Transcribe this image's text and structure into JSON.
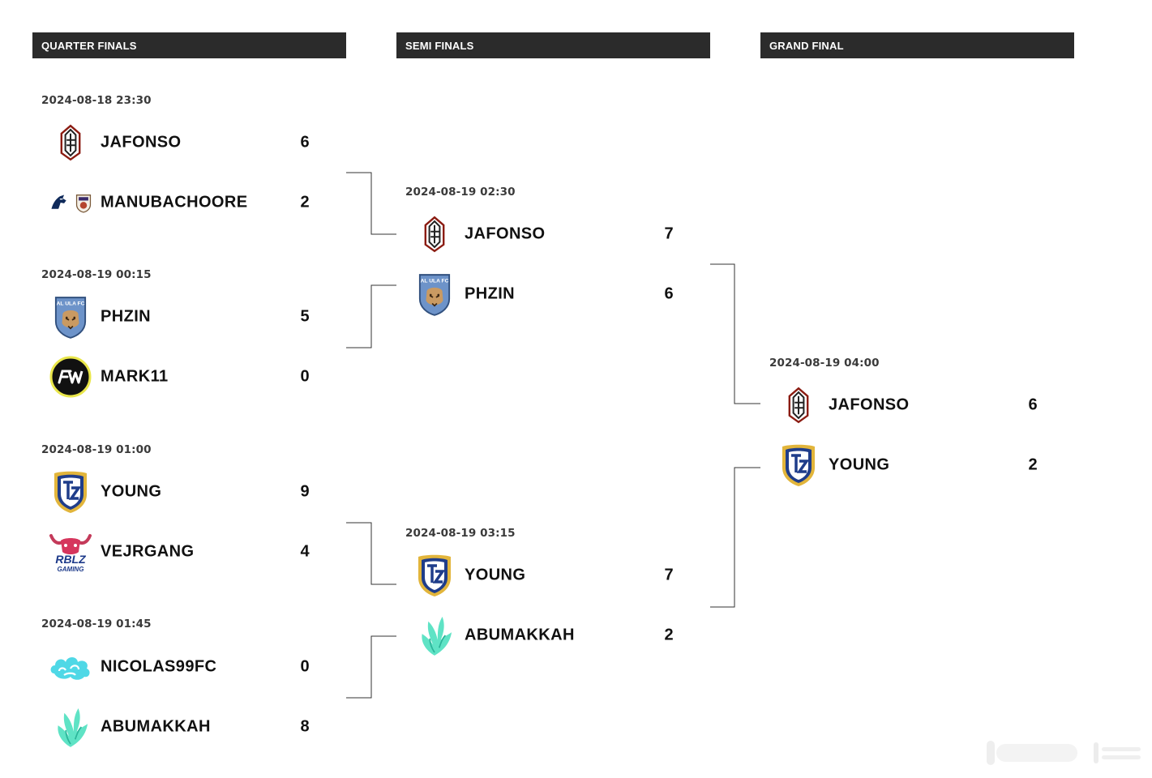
{
  "rounds": {
    "quarter": "QUARTER FINALS",
    "semi": "SEMI FINALS",
    "final": "GRAND FINAL"
  },
  "quarter_finals": [
    {
      "time": "2024-08-18 23:30",
      "teams": [
        {
          "name": "JAFONSO",
          "score": "6",
          "logo": "shield-e-logo"
        },
        {
          "name": "MANUBACHOORE",
          "score": "2",
          "logo": "horse-and-club-logos"
        }
      ]
    },
    {
      "time": "2024-08-19 00:15",
      "teams": [
        {
          "name": "PHZIN",
          "score": "5",
          "logo": "cheetah-crest-logo"
        },
        {
          "name": "MARK11",
          "score": "0",
          "logo": "fw-circle-logo"
        }
      ]
    },
    {
      "time": "2024-08-19 01:00",
      "teams": [
        {
          "name": "YOUNG",
          "score": "9",
          "logo": "tz-shield-logo"
        },
        {
          "name": "VEJRGANG",
          "score": "4",
          "logo": "bull-rblz-logo"
        }
      ]
    },
    {
      "time": "2024-08-19 01:45",
      "teams": [
        {
          "name": "NICOLAS99FC",
          "score": "0",
          "logo": "cloud-logo"
        },
        {
          "name": "ABUMAKKAH",
          "score": "8",
          "logo": "falcon-logo"
        }
      ]
    }
  ],
  "semi_finals": [
    {
      "time": "2024-08-19 02:30",
      "teams": [
        {
          "name": "JAFONSO",
          "score": "7",
          "logo": "shield-e-logo"
        },
        {
          "name": "PHZIN",
          "score": "6",
          "logo": "cheetah-crest-logo"
        }
      ]
    },
    {
      "time": "2024-08-19 03:15",
      "teams": [
        {
          "name": "YOUNG",
          "score": "7",
          "logo": "tz-shield-logo"
        },
        {
          "name": "ABUMAKKAH",
          "score": "2",
          "logo": "falcon-logo"
        }
      ]
    }
  ],
  "grand_final": [
    {
      "time": "2024-08-19 04:00",
      "teams": [
        {
          "name": "JAFONSO",
          "score": "6",
          "logo": "shield-e-logo"
        },
        {
          "name": "YOUNG",
          "score": "2",
          "logo": "tz-shield-logo"
        }
      ]
    }
  ],
  "colors": {
    "header_bg": "#2b2b2b",
    "navy": "#1f3d8a",
    "gold": "#e2b53b",
    "teal": "#4fe0c8",
    "red": "#c0392b"
  }
}
